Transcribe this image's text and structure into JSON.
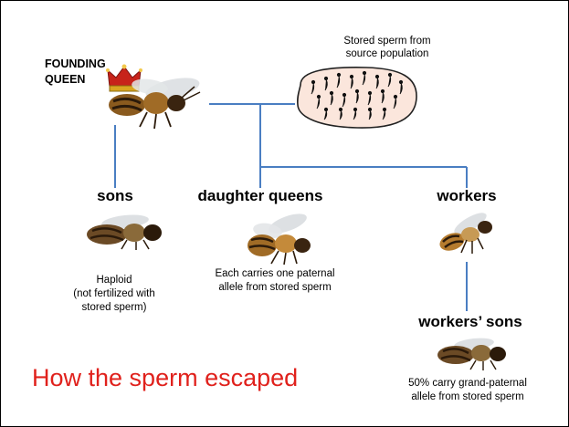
{
  "founding_queen": {
    "label_line1": "FOUNDING",
    "label_line2": "QUEEN"
  },
  "stored_sperm": {
    "line1": "Stored sperm from",
    "line2": "source population"
  },
  "sons": {
    "heading": "sons",
    "caption_line1": "Haploid",
    "caption_line2": "(not fertilized with",
    "caption_line3": "stored sperm)"
  },
  "daughter_queens": {
    "heading": "daughter queens",
    "caption_line1": "Each carries one paternal",
    "caption_line2": "allele from stored sperm"
  },
  "workers": {
    "heading": "workers"
  },
  "workers_sons": {
    "heading": "workers’ sons",
    "caption_line1": "50% carry grand-paternal",
    "caption_line2": "allele from stored sperm"
  },
  "title": "How the sperm escaped",
  "colors": {
    "connector": "#4a7ec2",
    "title": "#e0211c",
    "sperm_cell_fill": "#fbe6dc",
    "bee_body": "#8a5a1e",
    "bee_dark": "#2b1a0a",
    "bee_wing": "#d9dde0",
    "crown": "#c7231a"
  },
  "icons": [
    "crown-icon",
    "bee-icon",
    "sperm-sac-icon"
  ]
}
